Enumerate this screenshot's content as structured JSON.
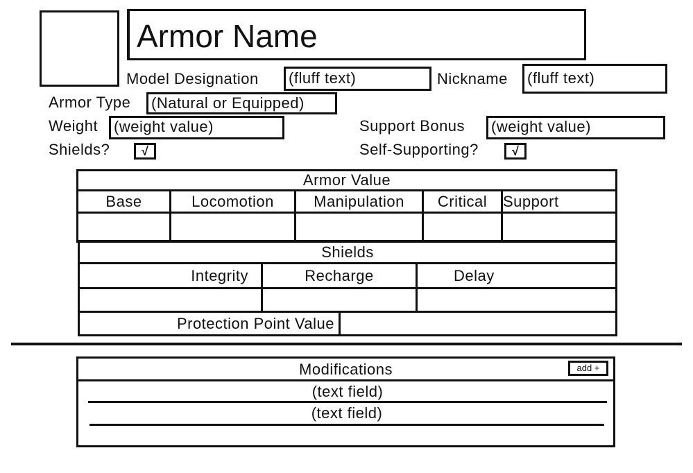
{
  "header": {
    "armor_name": "Armor Name",
    "model_designation_label": "Model Designation",
    "model_designation_value": "(fluff text)",
    "nickname_label": "Nickname",
    "nickname_value": "(fluff text)"
  },
  "details": {
    "armor_type_label": "Armor Type",
    "armor_type_value": "(Natural or Equipped)",
    "weight_label": "Weight",
    "weight_value": "(weight value)",
    "support_bonus_label": "Support Bonus",
    "support_bonus_value": "(weight value)",
    "shields_label": "Shields?",
    "shields_checked": "√",
    "self_supporting_label": "Self-Supporting?",
    "self_supporting_checked": "√"
  },
  "armor_value": {
    "title": "Armor Value",
    "columns": [
      "Base",
      "Locomotion",
      "Manipulation",
      "Critical",
      "Support"
    ]
  },
  "shields": {
    "title": "Shields",
    "columns": [
      "Integrity",
      "Recharge",
      "Delay"
    ],
    "protection_point_label": "Protection Point Value"
  },
  "modifications": {
    "title": "Modifications",
    "add_button": "add +",
    "fields": [
      "(text field)",
      "(text field)"
    ]
  }
}
